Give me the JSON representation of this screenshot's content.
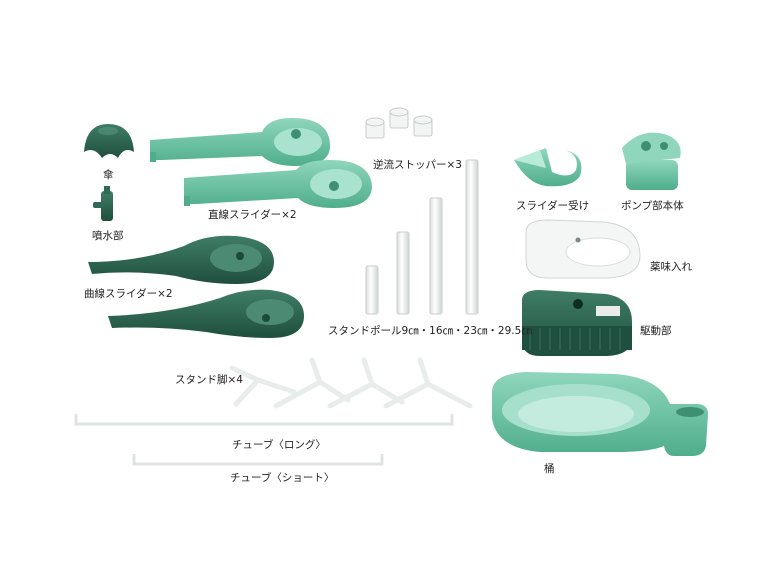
{
  "labels": {
    "umbrella": "傘",
    "fountain": "噴水部",
    "straight_slider": "直線スライダー×2",
    "curved_slider": "曲線スライダー×2",
    "check_stopper": "逆流ストッパー×3",
    "stand_pole": "スタンドポール9㎝・16㎝・23㎝・29.5㎝",
    "stand_leg": "スタンド脚×4",
    "tube_long": "チューブ〈ロング〉",
    "tube_short": "チューブ〈ショート〉",
    "slider_receiver": "スライダー受け",
    "pump_body": "ポンプ部本体",
    "condiment_tray": "薬味入れ",
    "drive_unit": "駆動部",
    "tub": "桶"
  },
  "colors": {
    "dark_green": "#2e6a55",
    "mint": "#6cc4a4",
    "white_part": "#f2f4f3",
    "outline": "#c9cfcc"
  }
}
